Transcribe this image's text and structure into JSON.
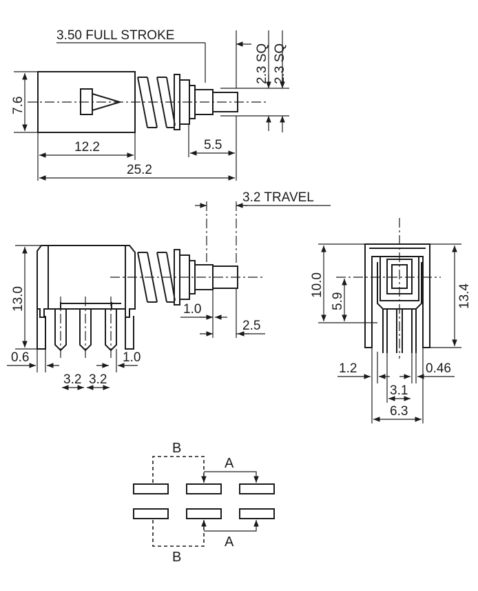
{
  "top_view": {
    "full_stroke": "3.50 FULL STROKE",
    "sq_outer": "2.3 SQ",
    "sq_inner": "2.3 SQ",
    "height": "7.6",
    "body_length": "12.2",
    "total_length": "25.2",
    "shaft_length": "5.5"
  },
  "side_view": {
    "travel": "3.2 TRAVEL",
    "height": "13.0",
    "gap": "1.0",
    "shaft": "2.5",
    "offset": "0.6",
    "pitch_a": "3.2",
    "pitch_b": "3.2",
    "pin_offset": "1.0"
  },
  "end_view": {
    "height_total": "13.4",
    "height_body": "10.0",
    "center": "5.9",
    "pin_a": "1.2",
    "pin_width": "0.46",
    "pitch": "3.1",
    "width": "6.3"
  },
  "schematic": {
    "label_b_top": "B",
    "label_a_top": "A",
    "label_a_bottom": "A",
    "label_b_bottom": "B"
  }
}
